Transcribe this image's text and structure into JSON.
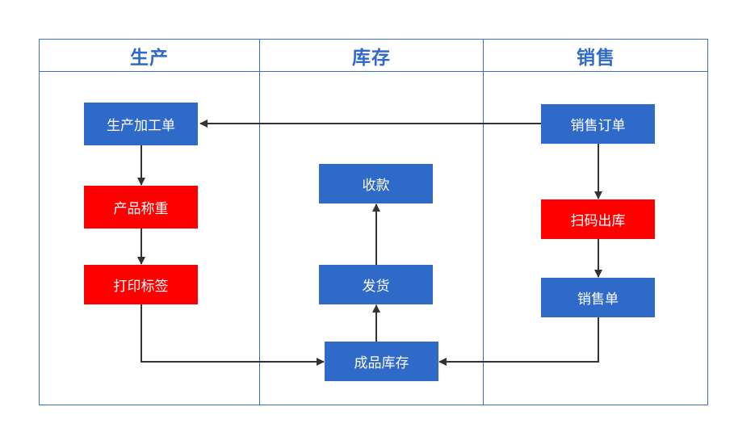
{
  "lanes": {
    "production": "生产",
    "inventory": "库存",
    "sales": "销售"
  },
  "nodes": {
    "production_order": "生产加工单",
    "product_weighing": "产品称重",
    "print_label": "打印标签",
    "payment": "收款",
    "shipping": "发货",
    "finished_inventory": "成品库存",
    "sales_order": "销售订单",
    "scan_outbound": "扫码出库",
    "sales_slip": "销售单"
  },
  "colors": {
    "lane_border": "#3a6fc4",
    "lane_title": "#2f6ac8",
    "node_blue": "#2f6ac8",
    "node_red": "#ff0000",
    "connector": "#333333"
  }
}
